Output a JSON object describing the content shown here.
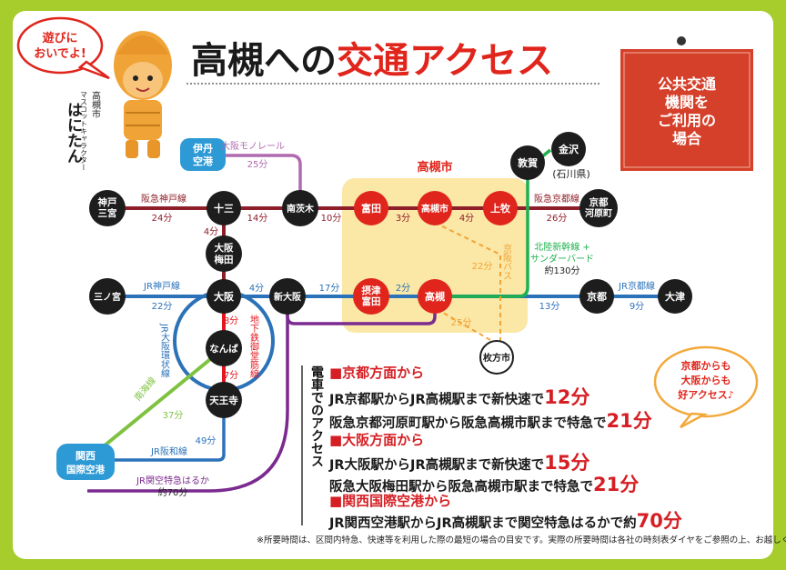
{
  "title": {
    "black": "高槻への",
    "red": "交通アクセス"
  },
  "bubble_top": [
    "遊びに",
    "おいでよ!"
  ],
  "mascot": {
    "city_label": "高槻市",
    "role_label": "マスコットキャラクター",
    "name": "はにたん"
  },
  "public_sign": [
    "公共交通",
    "機関を",
    "ご利用の",
    "場合"
  ],
  "bubble_right": [
    "京都からも",
    "大阪からも",
    "好アクセス♪"
  ],
  "takatsuki_city_label": "高槻市",
  "stations": {
    "itami": [
      "伊丹",
      "空港"
    ],
    "kobe": [
      "神戸",
      "三宮"
    ],
    "juso": [
      "十三"
    ],
    "minami_ibaraki": [
      "南茨木"
    ],
    "tonda": [
      "富田"
    ],
    "takatsukishi": [
      "高槻市"
    ],
    "kammaki": [
      "上牧"
    ],
    "tsuruga": [
      "敦賀"
    ],
    "kanazawa": [
      "金沢"
    ],
    "kyoto_kawaramachi": [
      "京都",
      "河原町"
    ],
    "osaka_umeda": [
      "大阪",
      "梅田"
    ],
    "sannomiya": [
      "三ノ宮"
    ],
    "osaka": [
      "大阪"
    ],
    "shin_osaka": [
      "新大阪"
    ],
    "settsu_tonda": [
      "摂津",
      "富田"
    ],
    "takatsuki": [
      "高槻"
    ],
    "kyoto": [
      "京都"
    ],
    "otsu": [
      "大津"
    ],
    "namba": [
      "なんば"
    ],
    "tennoji": [
      "天王寺"
    ],
    "hirakatashi": [
      "枚方市"
    ],
    "kansai_airport": [
      "関西",
      "国際空港"
    ]
  },
  "lines": {
    "osaka_monorail": "大阪モノレール",
    "hankyu_kobe": "阪急神戸線",
    "hankyu_kyoto": "阪急京都線",
    "hokuriku": [
      "北陸新幹線 +",
      "サンダーバード",
      "約130分"
    ],
    "ishikawa": "(石川県)",
    "jr_kobe": "JR神戸線",
    "jr_kyoto": "JR京都線",
    "jr_loop": "JR大阪環状線",
    "subway_midosuji": "地下鉄御堂筋線",
    "nankai": "南海線",
    "jr_hanwa": "JR阪和線",
    "haruka": [
      "JR関空特急はるか",
      "約70分"
    ],
    "keihan_bus": "京阪バス"
  },
  "times": {
    "t25_mono": "25分",
    "t24": "24分",
    "t14": "14分",
    "t10": "10分",
    "t3": "3分",
    "t4_hq": "4分",
    "t26": "26分",
    "t4_umeda": "4分",
    "t22": "22分",
    "t4_osaka": "4分",
    "t17": "17分",
    "t2": "2分",
    "t13": "13分",
    "t9": "9分",
    "t8": "8分",
    "t7": "7分",
    "t37": "37分",
    "t49": "49分",
    "t22_bus": "22分",
    "t25_bus": "25分"
  },
  "vertical_label": "電車でのアクセス",
  "access": [
    {
      "heading": "■京都方面から",
      "rows": [
        {
          "text": "JR京都駅からJR高槻駅まで新快速で",
          "time": "12分"
        },
        {
          "text": "阪急京都河原町駅から阪急高槻市駅まで特急で",
          "time": "21分"
        }
      ]
    },
    {
      "heading": "■大阪方面から",
      "rows": [
        {
          "text": "JR大阪駅からJR高槻駅まで新快速で",
          "time": "15分"
        },
        {
          "text": "阪急大阪梅田駅から阪急高槻市駅まで特急で",
          "time": "21分"
        }
      ]
    },
    {
      "heading": "■関西国際空港から",
      "rows": [
        {
          "text": "JR関西空港駅からJR高槻駅まで関空特急はるかで約",
          "time": "70分"
        }
      ]
    }
  ],
  "note": "※所要時間は、区間内特急、快速等を利用した際の最短の場合の目安です。実際の所要時間は各社の時刻表ダイヤをご参照の上、お越しください。",
  "colors": {
    "hankyu": "#8e1e2a",
    "jr": "#2b72b9",
    "green": "#1eb14d",
    "purple": "#7b2a8f",
    "subway": "#e4161f",
    "nankai": "#7fc241",
    "monorail": "#b06ab0"
  }
}
